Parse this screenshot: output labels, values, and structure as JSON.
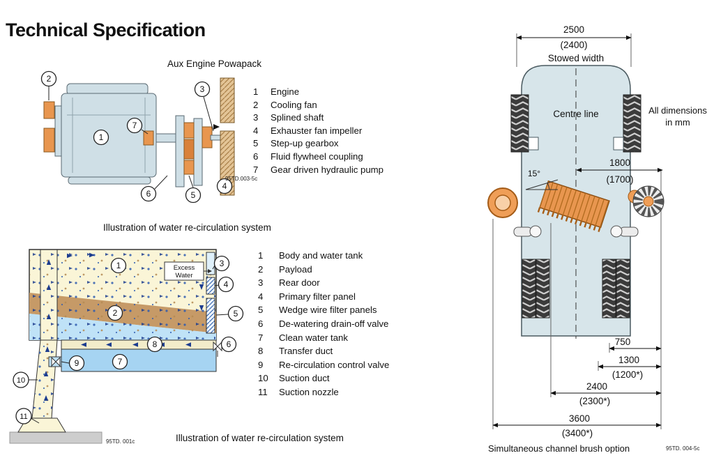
{
  "page": {
    "title": "Technical Specification"
  },
  "engine": {
    "heading": "Aux Engine Powapack",
    "ref": "95TD.003-5c",
    "legend": [
      {
        "num": "1",
        "label": "Engine"
      },
      {
        "num": "2",
        "label": "Cooling fan"
      },
      {
        "num": "3",
        "label": "Splined shaft"
      },
      {
        "num": "4",
        "label": "Exhauster fan impeller"
      },
      {
        "num": "5",
        "label": "Step-up gearbox"
      },
      {
        "num": "6",
        "label": "Fluid flywheel coupling"
      },
      {
        "num": "7",
        "label": "Gear driven hydraulic pump"
      }
    ]
  },
  "water": {
    "heading": "Illustration of water re-circulation system",
    "caption": "Illustration of water re-circulation system",
    "ref": "95TD. 001c",
    "excess_water": {
      "line1": "Excess",
      "line2": "Water"
    },
    "legend": [
      {
        "num": "1",
        "label": "Body and water tank"
      },
      {
        "num": "2",
        "label": "Payload"
      },
      {
        "num": "3",
        "label": "Rear door"
      },
      {
        "num": "4",
        "label": "Primary filter panel"
      },
      {
        "num": "5",
        "label": "Wedge wire filter panels"
      },
      {
        "num": "6",
        "label": "De-watering drain-off valve"
      },
      {
        "num": "7",
        "label": "Clean water tank"
      },
      {
        "num": "8",
        "label": "Transfer duct"
      },
      {
        "num": "9",
        "label": "Re-circulation control valve"
      },
      {
        "num": "10",
        "label": "Suction duct"
      },
      {
        "num": "11",
        "label": "Suction nozzle"
      }
    ]
  },
  "vehicle": {
    "caption": "Simultaneous channel brush option",
    "ref": "95TD. 004-5c",
    "centre_line": "Centre line",
    "stowed_width": "Stowed width",
    "all_dimensions_line1": "All dimensions",
    "all_dimensions_line2": "in mm",
    "brush_angle": "15°",
    "dims": {
      "width_main": "2500",
      "width_alt": "(2400)",
      "track_main": "1800",
      "track_alt": "(1700)",
      "d750": "750",
      "d1300": "1300",
      "d1300_alt": "(1200*)",
      "d2400": "2400",
      "d2400_alt": "(2300*)",
      "d3600": "3600",
      "d3600_alt": "(3400*)"
    }
  },
  "colors": {
    "orange": "#e8964f",
    "body_blue": "#d7e5ea",
    "engine_blue": "#cfdfe6",
    "cream": "#faf5d7",
    "payload_tan": "#c69a67",
    "water_blue": "#a6d4f2",
    "arrow_navy": "#1d3d8f"
  }
}
